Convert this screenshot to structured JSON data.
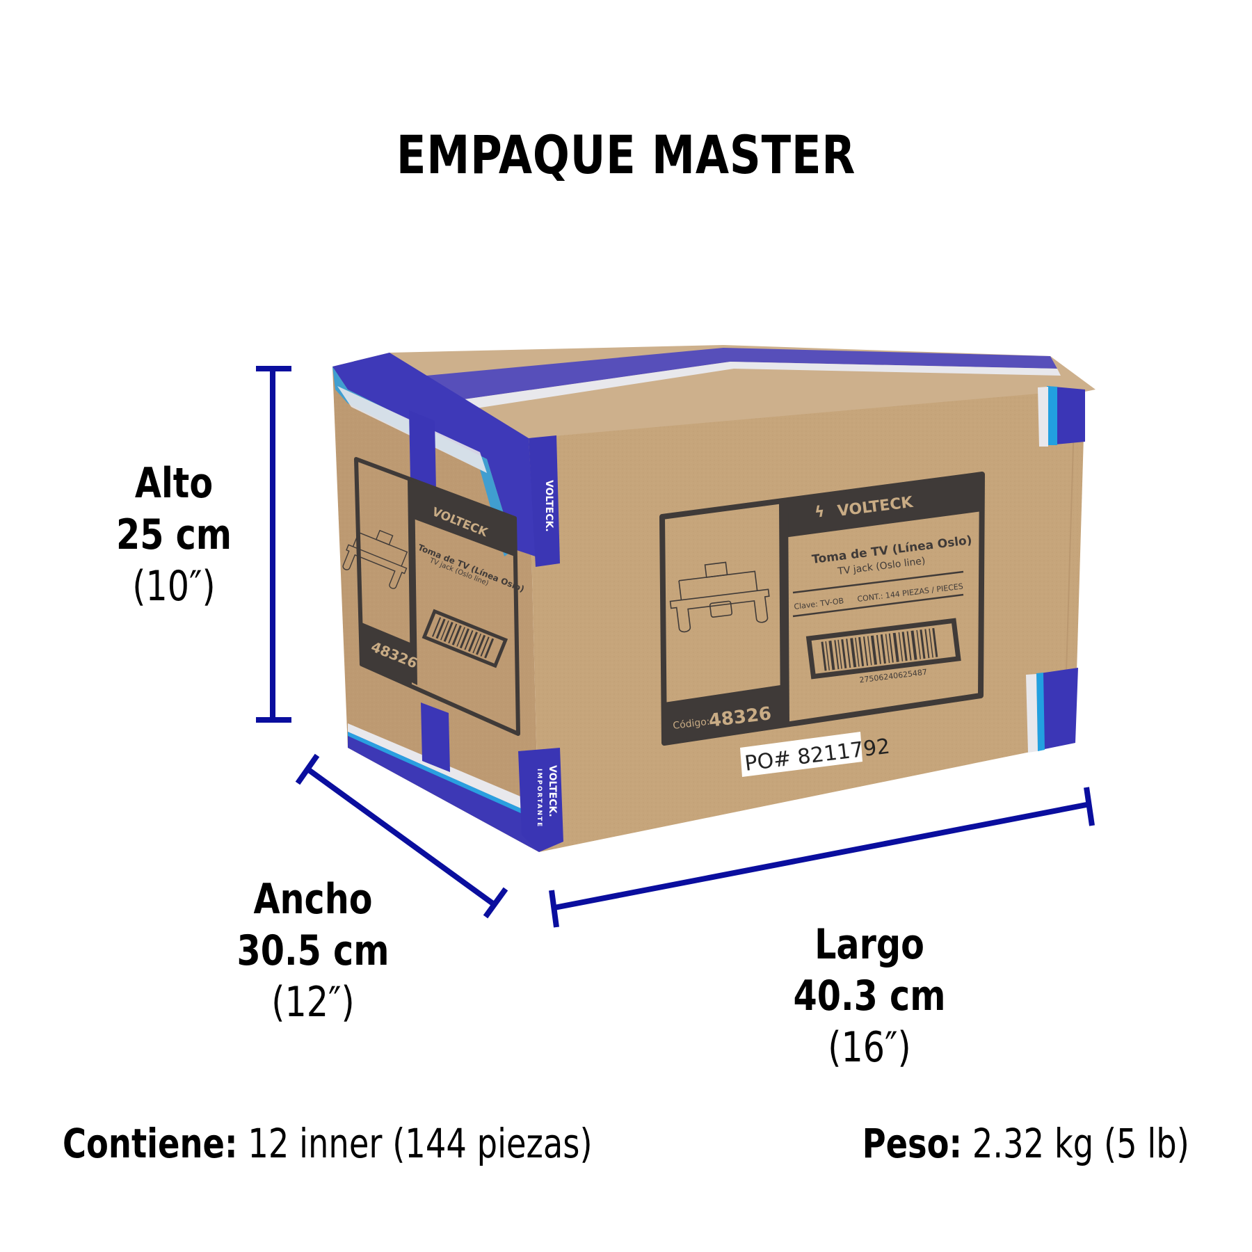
{
  "title": "EMPAQUE MASTER",
  "colors": {
    "dimension_line": "#0a0e9e",
    "cardboard_front": "#c5a47c",
    "cardboard_side": "#b89571",
    "cardboard_top": "#cdb08c",
    "label_dark": "#3f3a38",
    "tape_blue": "#3a35b4",
    "tape_light_blue": "#22a0e0",
    "text": "#000000"
  },
  "dimensions": {
    "alto": {
      "name": "Alto",
      "metric": "25 cm",
      "imperial": "(10″)"
    },
    "ancho": {
      "name": "Ancho",
      "metric": "30.5 cm",
      "imperial": "(12″)"
    },
    "largo": {
      "name": "Largo",
      "metric": "40.3 cm",
      "imperial": "(16″)"
    }
  },
  "specs": {
    "contiene": {
      "label": "Contiene:",
      "value": " 12 inner (144 piezas)"
    },
    "peso": {
      "label": "Peso:",
      "value": " 2.32 kg (5 lb)"
    }
  },
  "box_label": {
    "brand": "VOLTECK",
    "registered": "®",
    "product_es": "Toma de TV (Línea Oslo)",
    "product_en": "TV jack (Oslo line)",
    "clave": "Clave: TV-OB",
    "contenido": "CONT.: 144 PIEZAS / PIECES",
    "barcode_number": "27506240625487",
    "codigo_label": "Código:",
    "codigo_value": "48326",
    "po_tag": "PO# 8211792"
  },
  "tape_text": {
    "brand": "VOLTECK.",
    "importante": "IMPORTANTE"
  }
}
